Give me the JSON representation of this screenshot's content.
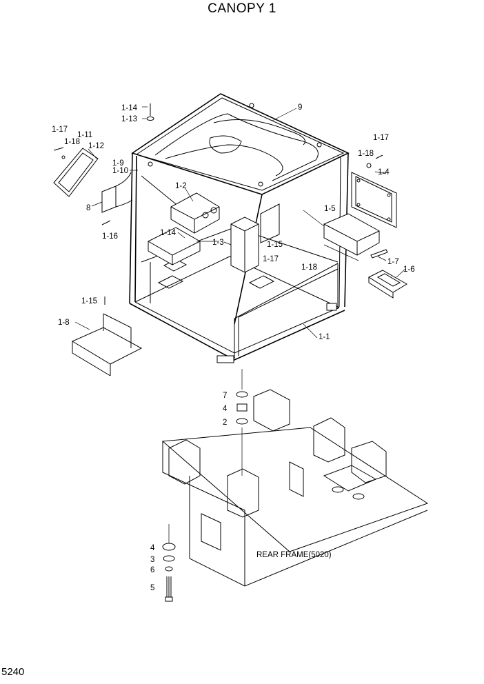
{
  "title": "CANOPY 1",
  "page_number": "5240",
  "callouts": {
    "c1_14_top": "1-14",
    "c1_13": "1-13",
    "c9": "9",
    "c1_17_left": "1-17",
    "c1_11": "1-11",
    "c1_18_left": "1-18",
    "c1_12": "1-12",
    "c1_9": "1-9",
    "c1_10": "1-10",
    "c1_2": "1-2",
    "c8": "8",
    "c1_16": "1-16",
    "c1_14_mid": "1-14",
    "c1_3": "1-3",
    "c1_15_mid": "1-15",
    "c1_17_mid": "1-17",
    "c1_18_mid": "1-18",
    "c1_17_right": "1-17",
    "c1_18_right": "1-18",
    "c1_4": "1-4",
    "c1_5": "1-5",
    "c1_7": "1-7",
    "c1_6": "1-6",
    "c1_15_left": "1-15",
    "c1_8": "1-8",
    "c1_1": "1-1",
    "c7": "7",
    "c4_top": "4",
    "c2": "2",
    "c4_bottom": "4",
    "c3": "3",
    "c6": "6",
    "c5": "5",
    "rear_frame": "REAR FRAME(5020)"
  }
}
